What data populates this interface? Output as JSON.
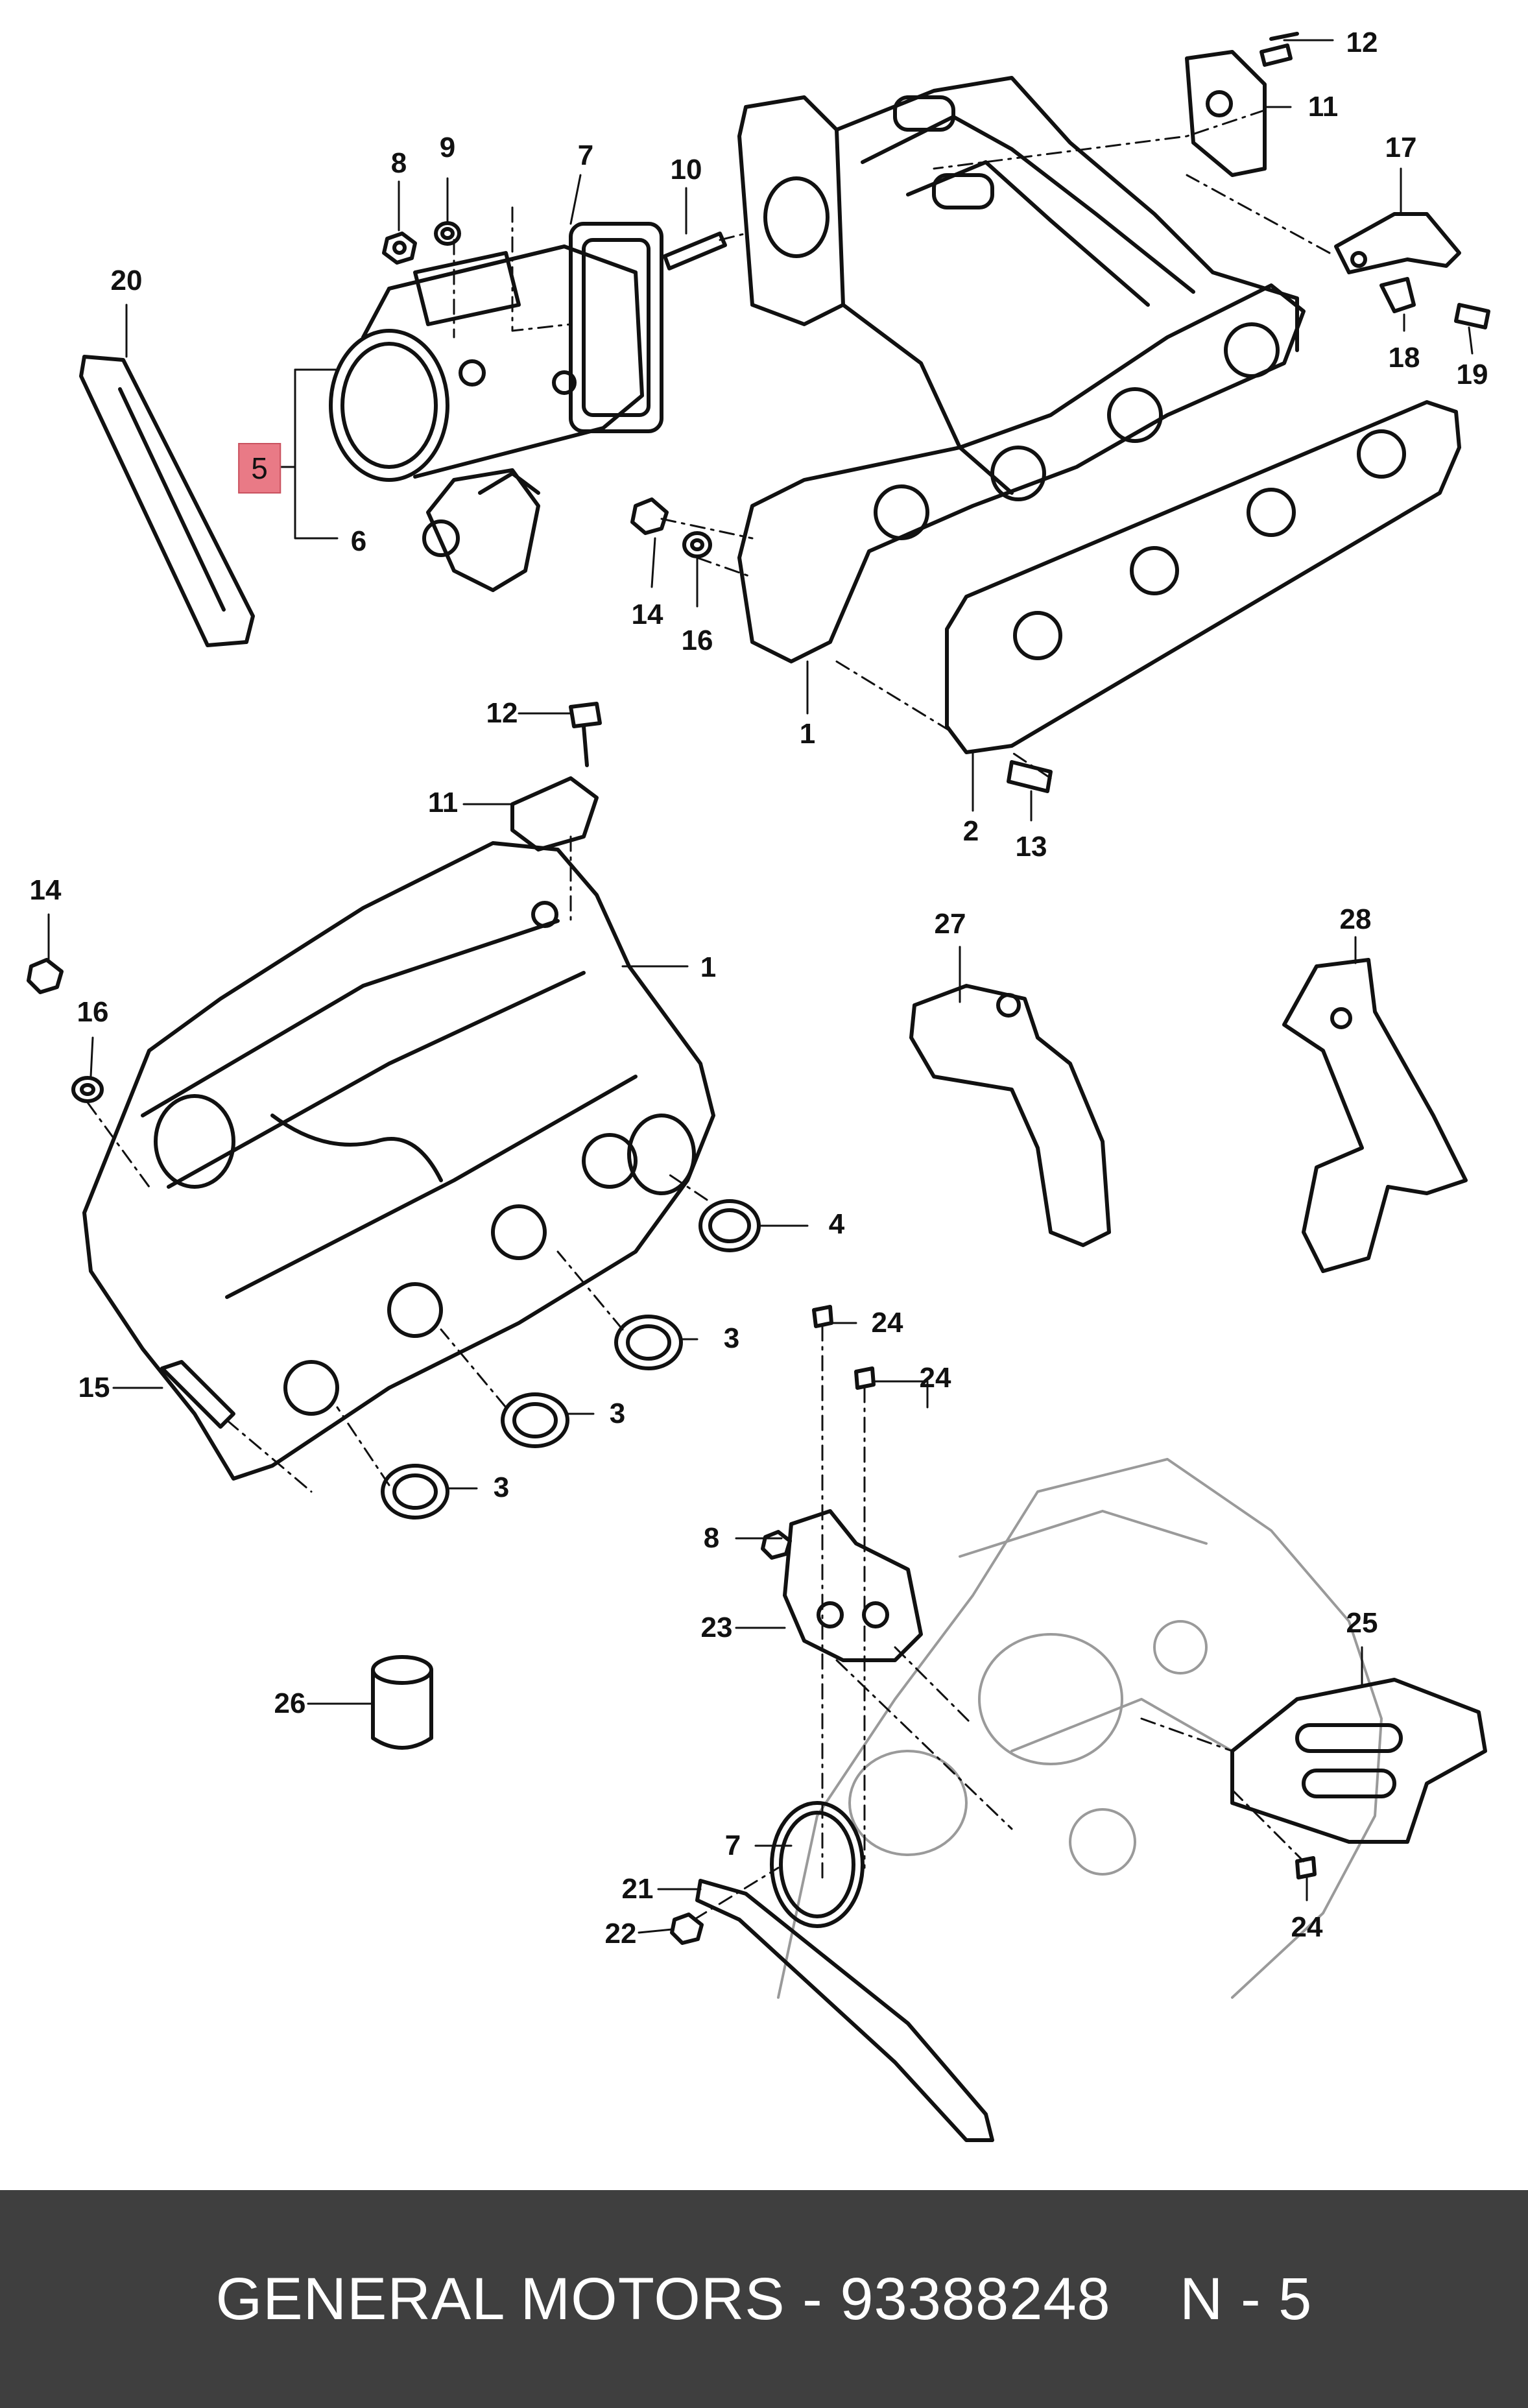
{
  "callouts": {
    "c1a": "1",
    "c1b": "1",
    "c2": "2",
    "c3a": "3",
    "c3b": "3",
    "c3c": "3",
    "c4": "4",
    "c5": "5",
    "c6": "6",
    "c7a": "7",
    "c7b": "7",
    "c8a": "8",
    "c8b": "8",
    "c9": "9",
    "c10": "10",
    "c11a": "11",
    "c11b": "11",
    "c12a": "12",
    "c12b": "12",
    "c13": "13",
    "c14a": "14",
    "c14b": "14",
    "c15": "15",
    "c16a": "16",
    "c16b": "16",
    "c17": "17",
    "c18": "18",
    "c19": "19",
    "c20": "20",
    "c21": "21",
    "c22": "22",
    "c23": "23",
    "c24a": "24",
    "c24b": "24",
    "c24c": "24",
    "c25": "25",
    "c26": "26",
    "c27": "27",
    "c28": "28"
  },
  "highlight_color": "#e97a86",
  "footer": {
    "text": "GENERAL MOTORS - 93388248    N - 5"
  }
}
